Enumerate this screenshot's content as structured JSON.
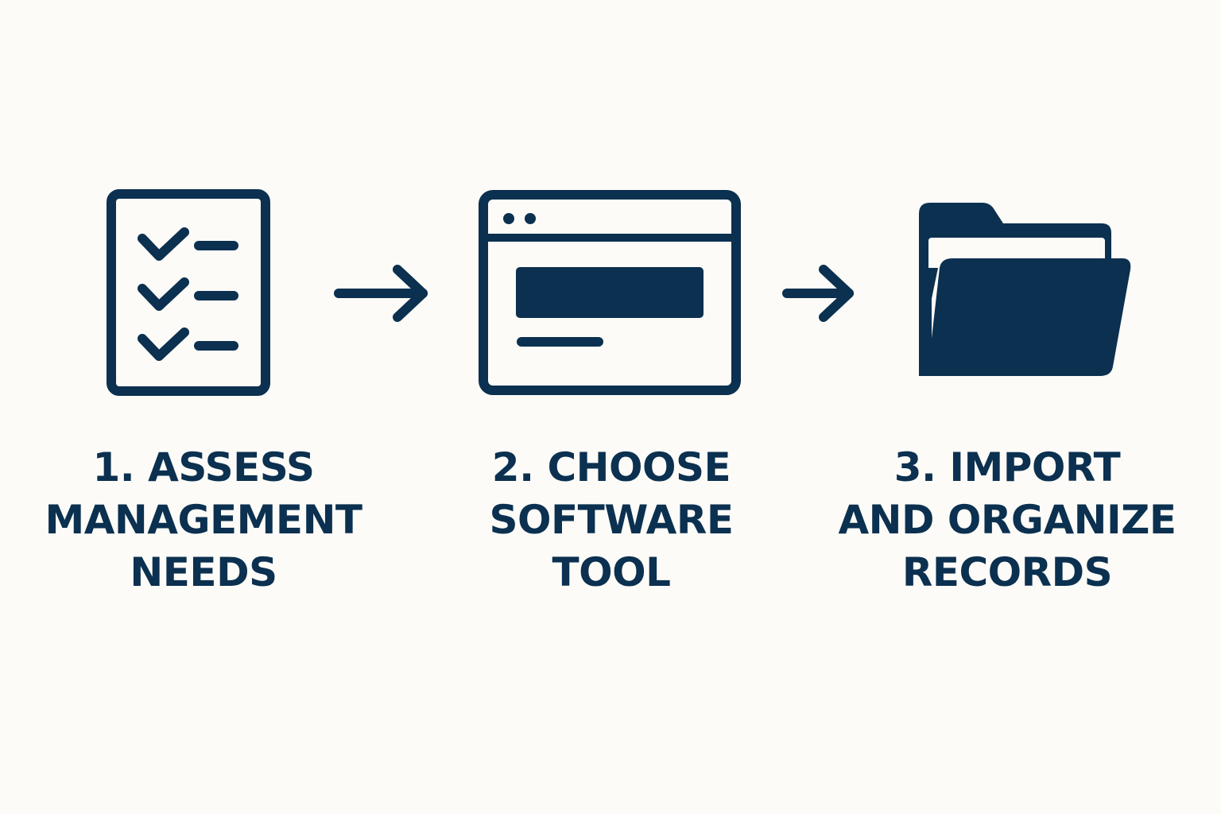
{
  "colors": {
    "background": "#fcfbf7",
    "primary": "#0b3050"
  },
  "steps": [
    {
      "icon": "checklist-icon",
      "lines": [
        "1. ASSESS",
        "MANAGEMENT",
        "NEEDS"
      ]
    },
    {
      "icon": "browser-window-icon",
      "lines": [
        "2. CHOOSE",
        "SOFTWARE",
        "TOOL"
      ]
    },
    {
      "icon": "folder-icon",
      "lines": [
        "3. IMPORT",
        "AND ORGANIZE",
        "RECORDS"
      ]
    }
  ],
  "connectors": [
    "arrow-right-icon",
    "arrow-right-icon"
  ]
}
